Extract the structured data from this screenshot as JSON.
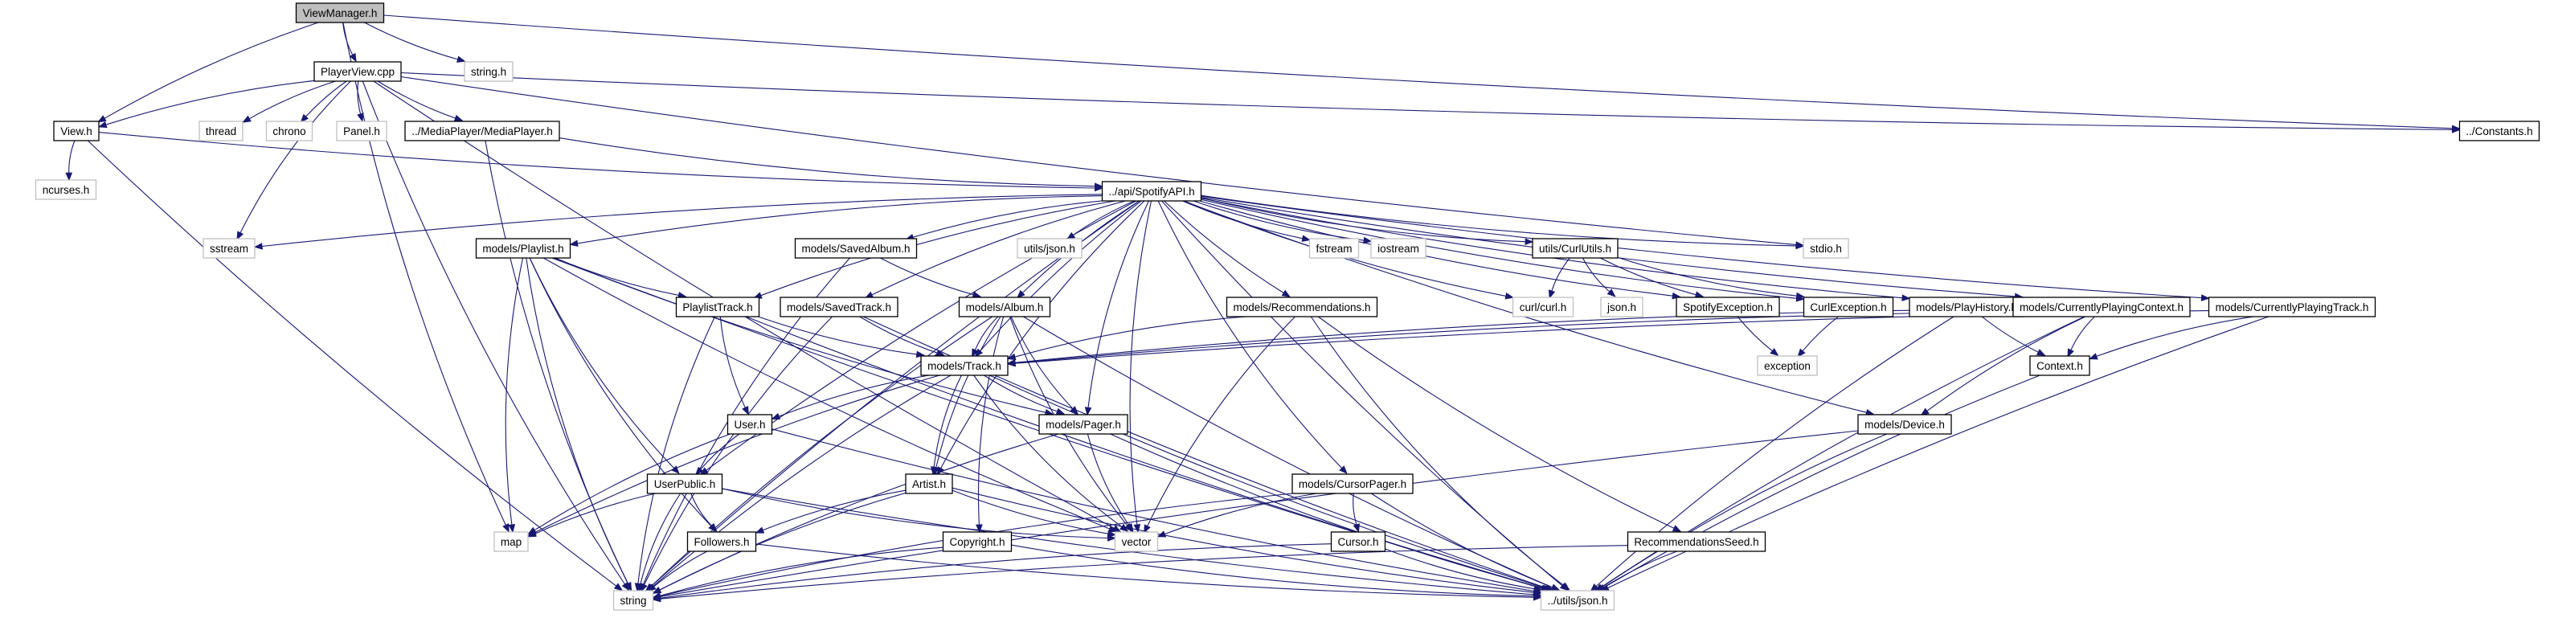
{
  "colors": {
    "edge": "#191970",
    "node_border": "#000000",
    "external_border": "#bfbfbf",
    "root_fill": "#bfbfbf",
    "node_fill": "#ffffff"
  },
  "diagram": {
    "type": "include-dependency-graph",
    "root": "view-manager",
    "nodes": [
      {
        "id": "view-manager",
        "label": "ViewManager.h",
        "kind": "root"
      },
      {
        "id": "string-h",
        "label": "string.h",
        "kind": "external"
      },
      {
        "id": "player-view",
        "label": "PlayerView.cpp",
        "kind": "file"
      },
      {
        "id": "view-h",
        "label": "View.h",
        "kind": "file"
      },
      {
        "id": "thread",
        "label": "thread",
        "kind": "external"
      },
      {
        "id": "chrono",
        "label": "chrono",
        "kind": "external"
      },
      {
        "id": "panel-h",
        "label": "Panel.h",
        "kind": "external"
      },
      {
        "id": "media-player",
        "label": "../MediaPlayer/MediaPlayer.h",
        "kind": "file"
      },
      {
        "id": "constants",
        "label": "../Constants.h",
        "kind": "file"
      },
      {
        "id": "ncurses",
        "label": "ncurses.h",
        "kind": "external"
      },
      {
        "id": "spotify-api",
        "label": "../api/SpotifyAPI.h",
        "kind": "file"
      },
      {
        "id": "sstream",
        "label": "sstream",
        "kind": "external"
      },
      {
        "id": "stdio",
        "label": "stdio.h",
        "kind": "external"
      },
      {
        "id": "playlist",
        "label": "models/Playlist.h",
        "kind": "file"
      },
      {
        "id": "saved-album",
        "label": "models/SavedAlbum.h",
        "kind": "file"
      },
      {
        "id": "utils-json",
        "label": "utils/json.h",
        "kind": "external"
      },
      {
        "id": "fstream",
        "label": "fstream",
        "kind": "external"
      },
      {
        "id": "iostream",
        "label": "iostream",
        "kind": "external"
      },
      {
        "id": "curl-utils",
        "label": "utils/CurlUtils.h",
        "kind": "file"
      },
      {
        "id": "curl-h",
        "label": "curl/curl.h",
        "kind": "external"
      },
      {
        "id": "json-h",
        "label": "json.h",
        "kind": "external"
      },
      {
        "id": "spotify-exception",
        "label": "SpotifyException.h",
        "kind": "file"
      },
      {
        "id": "curl-exception",
        "label": "CurlException.h",
        "kind": "file"
      },
      {
        "id": "playlist-track",
        "label": "PlaylistTrack.h",
        "kind": "file"
      },
      {
        "id": "saved-track",
        "label": "models/SavedTrack.h",
        "kind": "file"
      },
      {
        "id": "album",
        "label": "models/Album.h",
        "kind": "file"
      },
      {
        "id": "recommendations",
        "label": "models/Recommendations.h",
        "kind": "file"
      },
      {
        "id": "play-history",
        "label": "models/PlayHistory.h",
        "kind": "file"
      },
      {
        "id": "currently-playing-context",
        "label": "models/CurrentlyPlayingContext.h",
        "kind": "file"
      },
      {
        "id": "currently-playing-track",
        "label": "models/CurrentlyPlayingTrack.h",
        "kind": "file"
      },
      {
        "id": "exception",
        "label": "exception",
        "kind": "external"
      },
      {
        "id": "track",
        "label": "models/Track.h",
        "kind": "file"
      },
      {
        "id": "context",
        "label": "Context.h",
        "kind": "file"
      },
      {
        "id": "user",
        "label": "User.h",
        "kind": "file"
      },
      {
        "id": "pager",
        "label": "models/Pager.h",
        "kind": "file"
      },
      {
        "id": "device",
        "label": "models/Device.h",
        "kind": "file"
      },
      {
        "id": "user-public",
        "label": "UserPublic.h",
        "kind": "file"
      },
      {
        "id": "artist",
        "label": "Artist.h",
        "kind": "file"
      },
      {
        "id": "cursor-pager",
        "label": "models/CursorPager.h",
        "kind": "file"
      },
      {
        "id": "map",
        "label": "map",
        "kind": "external"
      },
      {
        "id": "vector",
        "label": "vector",
        "kind": "external"
      },
      {
        "id": "followers",
        "label": "Followers.h",
        "kind": "file"
      },
      {
        "id": "copyright",
        "label": "Copyright.h",
        "kind": "file"
      },
      {
        "id": "cursor",
        "label": "Cursor.h",
        "kind": "file"
      },
      {
        "id": "recommendations-seed",
        "label": "RecommendationsSeed.h",
        "kind": "file"
      },
      {
        "id": "string",
        "label": "string",
        "kind": "external"
      },
      {
        "id": "utils-json-h",
        "label": "../utils/json.h",
        "kind": "external"
      }
    ],
    "edges": [
      [
        "view-manager",
        "view-h"
      ],
      [
        "view-manager",
        "player-view"
      ],
      [
        "view-manager",
        "string-h"
      ],
      [
        "view-manager",
        "map"
      ],
      [
        "view-manager",
        "constants"
      ],
      [
        "player-view",
        "view-h"
      ],
      [
        "player-view",
        "thread"
      ],
      [
        "player-view",
        "chrono"
      ],
      [
        "player-view",
        "panel-h"
      ],
      [
        "player-view",
        "media-player"
      ],
      [
        "player-view",
        "constants"
      ],
      [
        "player-view",
        "sstream"
      ],
      [
        "player-view",
        "string"
      ],
      [
        "player-view",
        "stdio"
      ],
      [
        "player-view",
        "vector"
      ],
      [
        "view-h",
        "ncurses"
      ],
      [
        "view-h",
        "string"
      ],
      [
        "view-h",
        "spotify-api"
      ],
      [
        "media-player",
        "spotify-api"
      ],
      [
        "media-player",
        "string"
      ],
      [
        "spotify-api",
        "sstream"
      ],
      [
        "spotify-api",
        "stdio"
      ],
      [
        "spotify-api",
        "playlist"
      ],
      [
        "spotify-api",
        "saved-album"
      ],
      [
        "spotify-api",
        "utils-json"
      ],
      [
        "spotify-api",
        "fstream"
      ],
      [
        "spotify-api",
        "iostream"
      ],
      [
        "spotify-api",
        "curl-utils"
      ],
      [
        "spotify-api",
        "curl-h"
      ],
      [
        "spotify-api",
        "spotify-exception"
      ],
      [
        "spotify-api",
        "curl-exception"
      ],
      [
        "spotify-api",
        "playlist-track"
      ],
      [
        "spotify-api",
        "saved-track"
      ],
      [
        "spotify-api",
        "album"
      ],
      [
        "spotify-api",
        "recommendations"
      ],
      [
        "spotify-api",
        "play-history"
      ],
      [
        "spotify-api",
        "currently-playing-context"
      ],
      [
        "spotify-api",
        "currently-playing-track"
      ],
      [
        "spotify-api",
        "track"
      ],
      [
        "spotify-api",
        "pager"
      ],
      [
        "spotify-api",
        "device"
      ],
      [
        "spotify-api",
        "user-public"
      ],
      [
        "spotify-api",
        "artist"
      ],
      [
        "spotify-api",
        "cursor-pager"
      ],
      [
        "spotify-api",
        "vector"
      ],
      [
        "spotify-api",
        "string"
      ],
      [
        "spotify-api",
        "utils-json-h"
      ],
      [
        "curl-utils",
        "curl-h"
      ],
      [
        "curl-utils",
        "json-h"
      ],
      [
        "curl-utils",
        "spotify-exception"
      ],
      [
        "curl-utils",
        "curl-exception"
      ],
      [
        "spotify-exception",
        "exception"
      ],
      [
        "curl-exception",
        "exception"
      ],
      [
        "playlist",
        "playlist-track"
      ],
      [
        "playlist",
        "user-public"
      ],
      [
        "playlist",
        "followers"
      ],
      [
        "playlist",
        "map"
      ],
      [
        "playlist",
        "string"
      ],
      [
        "playlist",
        "vector"
      ],
      [
        "playlist",
        "pager"
      ],
      [
        "playlist",
        "utils-json-h"
      ],
      [
        "saved-album",
        "album"
      ],
      [
        "saved-album",
        "string"
      ],
      [
        "playlist-track",
        "track"
      ],
      [
        "playlist-track",
        "user"
      ],
      [
        "playlist-track",
        "string"
      ],
      [
        "playlist-track",
        "utils-json-h"
      ],
      [
        "saved-track",
        "track"
      ],
      [
        "saved-track",
        "string"
      ],
      [
        "saved-track",
        "utils-json-h"
      ],
      [
        "album",
        "track"
      ],
      [
        "album",
        "artist"
      ],
      [
        "album",
        "pager"
      ],
      [
        "album",
        "copyright"
      ],
      [
        "album",
        "vector"
      ],
      [
        "album",
        "string"
      ],
      [
        "album",
        "utils-json-h"
      ],
      [
        "recommendations",
        "track"
      ],
      [
        "recommendations",
        "recommendations-seed"
      ],
      [
        "recommendations",
        "vector"
      ],
      [
        "recommendations",
        "utils-json-h"
      ],
      [
        "play-history",
        "track"
      ],
      [
        "play-history",
        "context"
      ],
      [
        "play-history",
        "utils-json-h"
      ],
      [
        "currently-playing-context",
        "track"
      ],
      [
        "currently-playing-context",
        "context"
      ],
      [
        "currently-playing-context",
        "device"
      ],
      [
        "currently-playing-context",
        "utils-json-h"
      ],
      [
        "currently-playing-track",
        "track"
      ],
      [
        "currently-playing-track",
        "context"
      ],
      [
        "currently-playing-track",
        "utils-json-h"
      ],
      [
        "track",
        "user"
      ],
      [
        "track",
        "artist"
      ],
      [
        "track",
        "pager"
      ],
      [
        "track",
        "vector"
      ],
      [
        "track",
        "string"
      ],
      [
        "track",
        "map"
      ],
      [
        "track",
        "utils-json-h"
      ],
      [
        "context",
        "utils-json-h"
      ],
      [
        "user",
        "user-public"
      ],
      [
        "user",
        "map"
      ],
      [
        "user",
        "utils-json-h"
      ],
      [
        "pager",
        "vector"
      ],
      [
        "pager",
        "string"
      ],
      [
        "pager",
        "utils-json-h"
      ],
      [
        "device",
        "string"
      ],
      [
        "device",
        "utils-json-h"
      ],
      [
        "user-public",
        "map"
      ],
      [
        "user-public",
        "followers"
      ],
      [
        "user-public",
        "string"
      ],
      [
        "user-public",
        "vector"
      ],
      [
        "user-public",
        "utils-json-h"
      ],
      [
        "artist",
        "followers"
      ],
      [
        "artist",
        "string"
      ],
      [
        "artist",
        "vector"
      ],
      [
        "artist",
        "utils-json-h"
      ],
      [
        "cursor-pager",
        "cursor"
      ],
      [
        "cursor-pager",
        "vector"
      ],
      [
        "cursor-pager",
        "string"
      ],
      [
        "cursor-pager",
        "utils-json-h"
      ],
      [
        "followers",
        "string"
      ],
      [
        "followers",
        "utils-json-h"
      ],
      [
        "copyright",
        "string"
      ],
      [
        "copyright",
        "utils-json-h"
      ],
      [
        "cursor",
        "string"
      ],
      [
        "cursor",
        "utils-json-h"
      ],
      [
        "recommendations-seed",
        "string"
      ],
      [
        "recommendations-seed",
        "utils-json-h"
      ]
    ]
  }
}
